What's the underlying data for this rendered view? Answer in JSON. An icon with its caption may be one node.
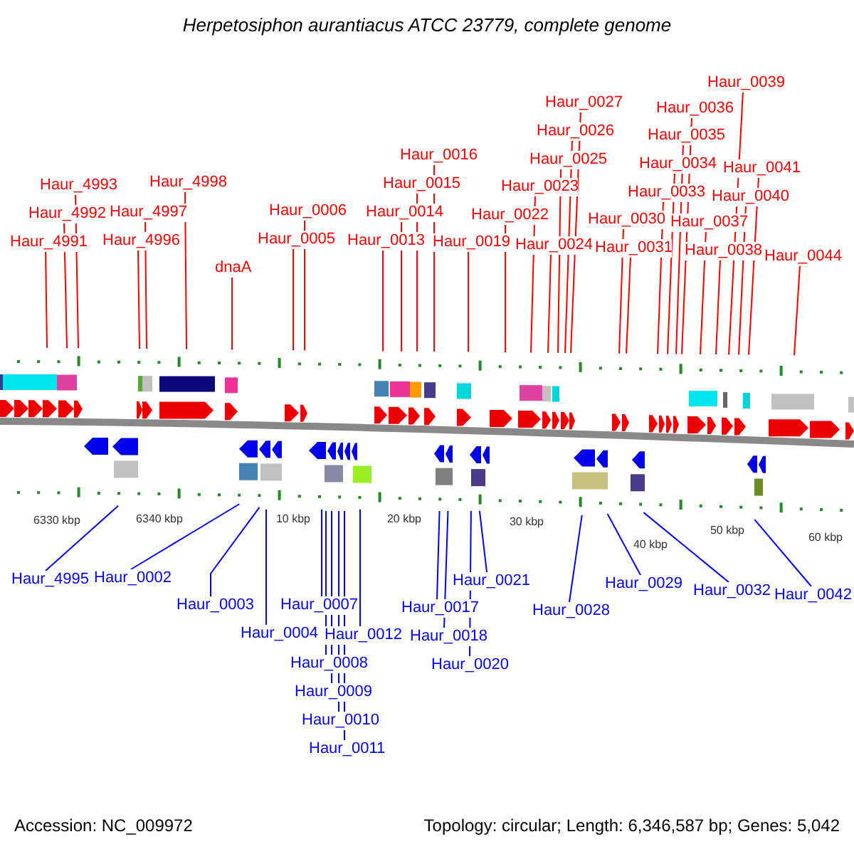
{
  "diagram": {
    "title": "Herpetosiphon aurantiacus ATCC 23779, complete genome",
    "nodes": [
      {
        "text": [
          "Haur_4991"
        ]
      },
      {
        "text": [
          "Haur_4992"
        ]
      },
      {
        "text": [
          "Haur_4993"
        ]
      },
      {
        "text": [
          "Haur_4996"
        ]
      },
      {
        "text": [
          "Haur_4997"
        ]
      },
      {
        "text": [
          "Haur_4998"
        ]
      },
      {
        "text": [
          "dnaA"
        ]
      },
      {
        "text": [
          "Haur_0005"
        ]
      },
      {
        "text": [
          "Haur_0006"
        ]
      },
      {
        "text": [
          "Haur_0013"
        ]
      },
      {
        "text": [
          "Haur_0014"
        ]
      },
      {
        "text": [
          "Haur_0015"
        ]
      },
      {
        "text": [
          "Haur_0016"
        ]
      },
      {
        "text": [
          "Haur_0019"
        ]
      },
      {
        "text": [
          "Haur_0022"
        ]
      },
      {
        "text": [
          "Haur_0023"
        ]
      },
      {
        "text": [
          "Haur_0024"
        ]
      },
      {
        "text": [
          "Haur_0025"
        ]
      },
      {
        "text": [
          "Haur_0026"
        ]
      },
      {
        "text": [
          "Haur_0027"
        ]
      },
      {
        "text": [
          "Haur_0030"
        ]
      },
      {
        "text": [
          "Haur_0031"
        ]
      },
      {
        "text": [
          "Haur_0033"
        ]
      },
      {
        "text": [
          "Haur_0034"
        ]
      },
      {
        "text": [
          "Haur_0035"
        ]
      },
      {
        "text": [
          "Haur_0036"
        ]
      },
      {
        "text": [
          "Haur_0037"
        ]
      },
      {
        "text": [
          "Haur_0038"
        ]
      },
      {
        "text": [
          "Haur_0039"
        ]
      },
      {
        "text": [
          "Haur_0040"
        ]
      },
      {
        "text": [
          "Haur_0041"
        ]
      },
      {
        "text": [
          "Haur_0044"
        ]
      },
      {
        "text": [
          "Haur_4995"
        ]
      },
      {
        "text": [
          "Haur_0002"
        ]
      },
      {
        "text": [
          "Haur_0003"
        ]
      },
      {
        "text": [
          "Haur_0004"
        ]
      },
      {
        "text": [
          "Haur_0007"
        ]
      },
      {
        "text": [
          "Haur_0008"
        ]
      },
      {
        "text": [
          "Haur_0009"
        ]
      },
      {
        "text": [
          "Haur_0010"
        ]
      },
      {
        "text": [
          "Haur_0011"
        ]
      },
      {
        "text": [
          "Haur_0012"
        ]
      },
      {
        "text": [
          "Haur_0017"
        ]
      },
      {
        "text": [
          "Haur_0018"
        ]
      },
      {
        "text": [
          "Haur_0020"
        ]
      },
      {
        "text": [
          "Haur_0021"
        ]
      },
      {
        "text": [
          "Haur_0028"
        ]
      },
      {
        "text": [
          "Haur_0029"
        ]
      },
      {
        "text": [
          "Haur_0032"
        ]
      },
      {
        "text": [
          "Haur_0042"
        ]
      }
    ],
    "edges": [
      {
        "from": 0,
        "to": null,
        "arrow": "none"
      },
      {
        "from": 1,
        "to": null,
        "arrow": "none"
      },
      {
        "from": 2,
        "to": null,
        "arrow": "none"
      },
      {
        "from": 3,
        "to": null,
        "arrow": "none"
      },
      {
        "from": 4,
        "to": null,
        "arrow": "none"
      },
      {
        "from": 5,
        "to": null,
        "arrow": "none"
      },
      {
        "from": 6,
        "to": null,
        "arrow": "none"
      },
      {
        "from": 7,
        "to": null,
        "arrow": "none"
      },
      {
        "from": 8,
        "to": null,
        "arrow": "none"
      },
      {
        "from": 9,
        "to": null,
        "arrow": "none"
      },
      {
        "from": 10,
        "to": null,
        "arrow": "none"
      },
      {
        "from": 11,
        "to": null,
        "arrow": "none"
      },
      {
        "from": 12,
        "to": null,
        "arrow": "none"
      },
      {
        "from": 13,
        "to": null,
        "arrow": "none"
      },
      {
        "from": 14,
        "to": null,
        "arrow": "none"
      },
      {
        "from": 15,
        "to": null,
        "arrow": "none"
      },
      {
        "from": 16,
        "to": null,
        "arrow": "none"
      },
      {
        "from": 17,
        "to": null,
        "arrow": "none"
      },
      {
        "from": 18,
        "to": null,
        "arrow": "none"
      },
      {
        "from": 19,
        "to": null,
        "arrow": "none"
      },
      {
        "from": 20,
        "to": null,
        "arrow": "none"
      },
      {
        "from": 21,
        "to": null,
        "arrow": "none"
      },
      {
        "from": 22,
        "to": null,
        "arrow": "none"
      },
      {
        "from": 23,
        "to": null,
        "arrow": "none"
      },
      {
        "from": 24,
        "to": null,
        "arrow": "none"
      },
      {
        "from": 25,
        "to": null,
        "arrow": "none"
      },
      {
        "from": 26,
        "to": null,
        "arrow": "none"
      },
      {
        "from": 27,
        "to": null,
        "arrow": "none"
      },
      {
        "from": 28,
        "to": null,
        "arrow": "none"
      },
      {
        "from": 29,
        "to": null,
        "arrow": "none"
      },
      {
        "from": 30,
        "to": null,
        "arrow": "none"
      },
      {
        "from": 31,
        "to": null,
        "arrow": "none"
      },
      {
        "from": 32,
        "to": null,
        "arrow": "none",
        "color": "#0000ff"
      },
      {
        "from": 33,
        "to": null,
        "arrow": "none",
        "color": "#0000ff"
      },
      {
        "from": 34,
        "to": null,
        "arrow": "none",
        "color": "#0000ff"
      },
      {
        "from": 35,
        "to": null,
        "arrow": "none",
        "color": "#0000ff"
      },
      {
        "from": 36,
        "to": null,
        "arrow": "none",
        "color": "#0000ff"
      },
      {
        "from": 37,
        "to": null,
        "arrow": "none",
        "color": "#0000ff"
      },
      {
        "from": 38,
        "to": null,
        "arrow": "none",
        "color": "#0000ff"
      },
      {
        "from": 39,
        "to": null,
        "arrow": "none",
        "color": "#0000ff"
      },
      {
        "from": 40,
        "to": null,
        "arrow": "none",
        "color": "#0000ff"
      },
      {
        "from": 41,
        "to": null,
        "arrow": "none",
        "color": "#0000ff"
      },
      {
        "from": 42,
        "to": null,
        "arrow": "none",
        "color": "#0000ff"
      },
      {
        "from": 43,
        "to": null,
        "arrow": "none",
        "color": "#0000ff"
      },
      {
        "from": 44,
        "to": null,
        "arrow": "none",
        "color": "#0000ff"
      },
      {
        "from": 45,
        "to": null,
        "arrow": "none",
        "color": "#0000ff"
      },
      {
        "from": 46,
        "to": null,
        "arrow": "none",
        "color": "#0000ff"
      },
      {
        "from": 47,
        "to": null,
        "arrow": "none",
        "color": "#0000ff"
      },
      {
        "from": 48,
        "to": null,
        "arrow": "none",
        "color": "#0000ff"
      },
      {
        "from": 49,
        "to": null,
        "arrow": "none",
        "color": "#0000ff"
      }
    ],
    "labels": [
      "6330 kbp",
      "6340 kbp",
      "10 kbp",
      "20 kbp",
      "30 kbp",
      "40 kbp",
      "50 kbp",
      "60 kbp",
      "Accession: NC_009972",
      "Topology: circular; Length: 6,346,587 bp; Genes: 5,042"
    ]
  }
}
